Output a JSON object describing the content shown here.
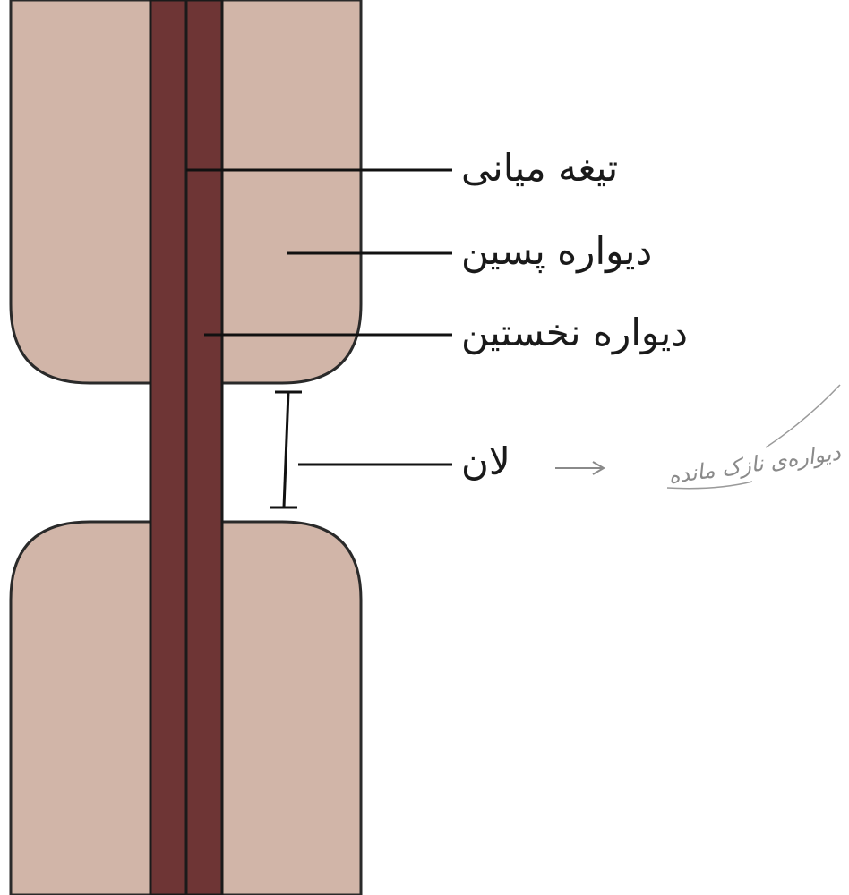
{
  "labels": {
    "middle_lamella": "تیغه میانی",
    "secondary_wall": "دیواره پسین",
    "primary_wall": "دیواره نخستین",
    "pit": "لان"
  },
  "annotation": {
    "handwritten": "دیواره‌ی نازک مانده",
    "arrow_icon": "arrow-right"
  },
  "colors": {
    "cell_fill": "#d1b5a8",
    "wall_fill": "#6e3535",
    "outline": "#2a2a2a",
    "annotation": "#8a8a8a"
  }
}
